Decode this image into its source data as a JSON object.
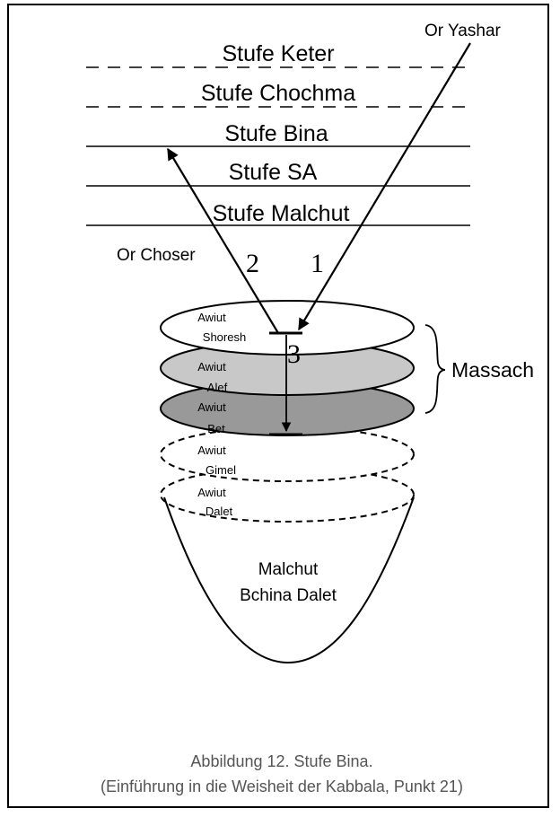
{
  "levels": {
    "keter": "Stufe Keter",
    "chochma": "Stufe Chochma",
    "bina": "Stufe Bina",
    "sa": "Stufe SA",
    "malchut": "Stufe Malchut"
  },
  "rays": {
    "or_yashar": "Or Yashar",
    "or_choser": "Or Choser",
    "num_1": "1",
    "num_2": "2",
    "num_3": "3"
  },
  "layers": [
    {
      "line1": "Awiut",
      "line2": "Shoresh",
      "fill": "#ffffff",
      "style": "solid"
    },
    {
      "line1": "Awiut",
      "line2": "Alef",
      "fill": "#c8c8c8",
      "style": "solid"
    },
    {
      "line1": "Awiut",
      "line2": "Bet",
      "fill": "#999999",
      "style": "solid"
    },
    {
      "line1": "Awiut",
      "line2": "Gimel",
      "fill": "#ffffff",
      "style": "dashed"
    },
    {
      "line1": "Awiut",
      "line2": "Dalet",
      "fill": "#ffffff",
      "style": "dashed"
    }
  ],
  "massach_label": "Massach",
  "vessel": {
    "line1": "Malchut",
    "line2": "Bchina Dalet"
  },
  "caption": {
    "line1": "Abbildung 12. Stufe Bina.",
    "line2": "(Einführung in die Weisheit der Kabbala, Punkt 21)"
  }
}
